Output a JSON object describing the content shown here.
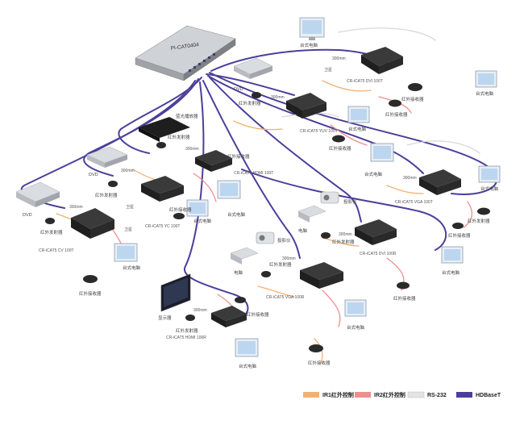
{
  "colors": {
    "hdbaset": "#4b3f9a",
    "ir1": "#f2b173",
    "ir2": "#ee8f8f",
    "rs232": "#d8d8d8",
    "device_dark": "#2b2b2b"
  },
  "hub": {
    "label": "PI-CAT0404"
  },
  "labels": {
    "pc": "台式电脑",
    "ir_tx": "红外发射器",
    "ir_rx": "红外接收器",
    "ir_rx_alt": "红外接收器",
    "ir_tx_alt": "红外发射器",
    "dvd": "DVD",
    "cable300": "300mm",
    "bluray": "蓝光播放器",
    "projector": "投影仪",
    "comp": "电脑",
    "monitor": "显示器",
    "sat": "卫星"
  },
  "extenders": {
    "dvi_100t": "CR-iCAT5 DVI 100T",
    "yuv_100t": "CR-iCAT5 YUV 100T",
    "hdmi_100t": "CR-iCAT5 HDMI 100T",
    "yc_100t": "CR-iCAT5 YC 100T",
    "cv_100t": "CR-iCAT5 CV 100T",
    "vga_100t": "CR-iCAT5 VGA 100T",
    "dvi_100r": "CR-iCAT5 DVI 100R",
    "vga_100r": "CR-iCAT5 VGA 100R",
    "hdmi_100r": "CR-iCAT5 HDMI 100R"
  },
  "legend": {
    "ir1": "IR1红外控制",
    "ir2": "IR2红外控制",
    "rs232": "RS-232",
    "hdbaset": "HDBaseT"
  }
}
